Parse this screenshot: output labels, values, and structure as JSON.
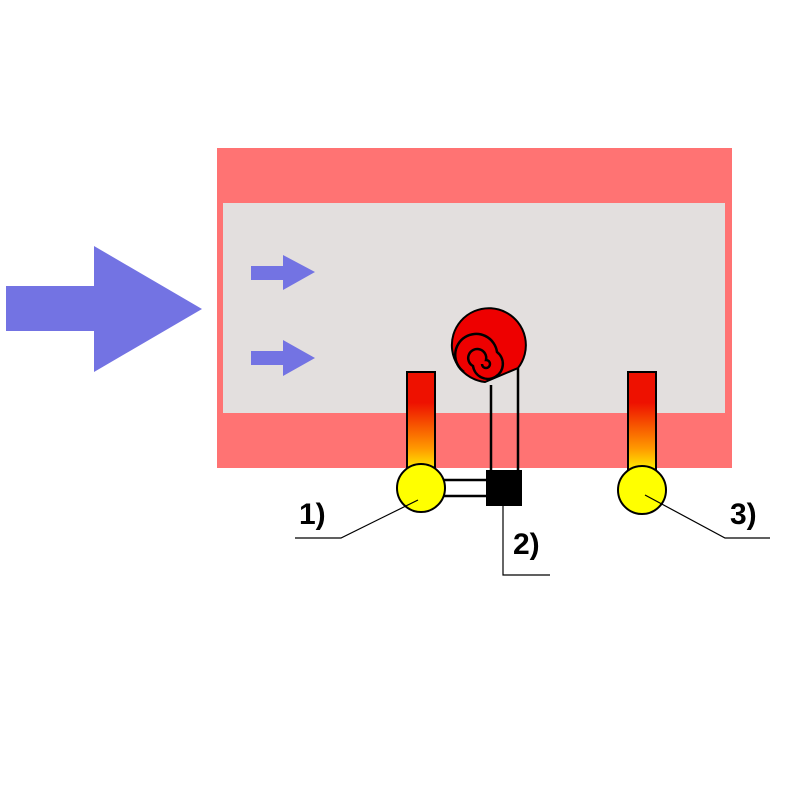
{
  "labels": {
    "sensor_1": "1)",
    "heater_2": "2)",
    "sensor_3": "3)"
  },
  "colors": {
    "duct_wall": "#ff7373",
    "duct_interior": "#e3dfde",
    "flow_arrow": "#7373e3",
    "heater_coil": "#ee0000",
    "thermometer_bulb": "#ffff00",
    "thermometer_hot": "#ee1100",
    "control_box": "#000000"
  }
}
